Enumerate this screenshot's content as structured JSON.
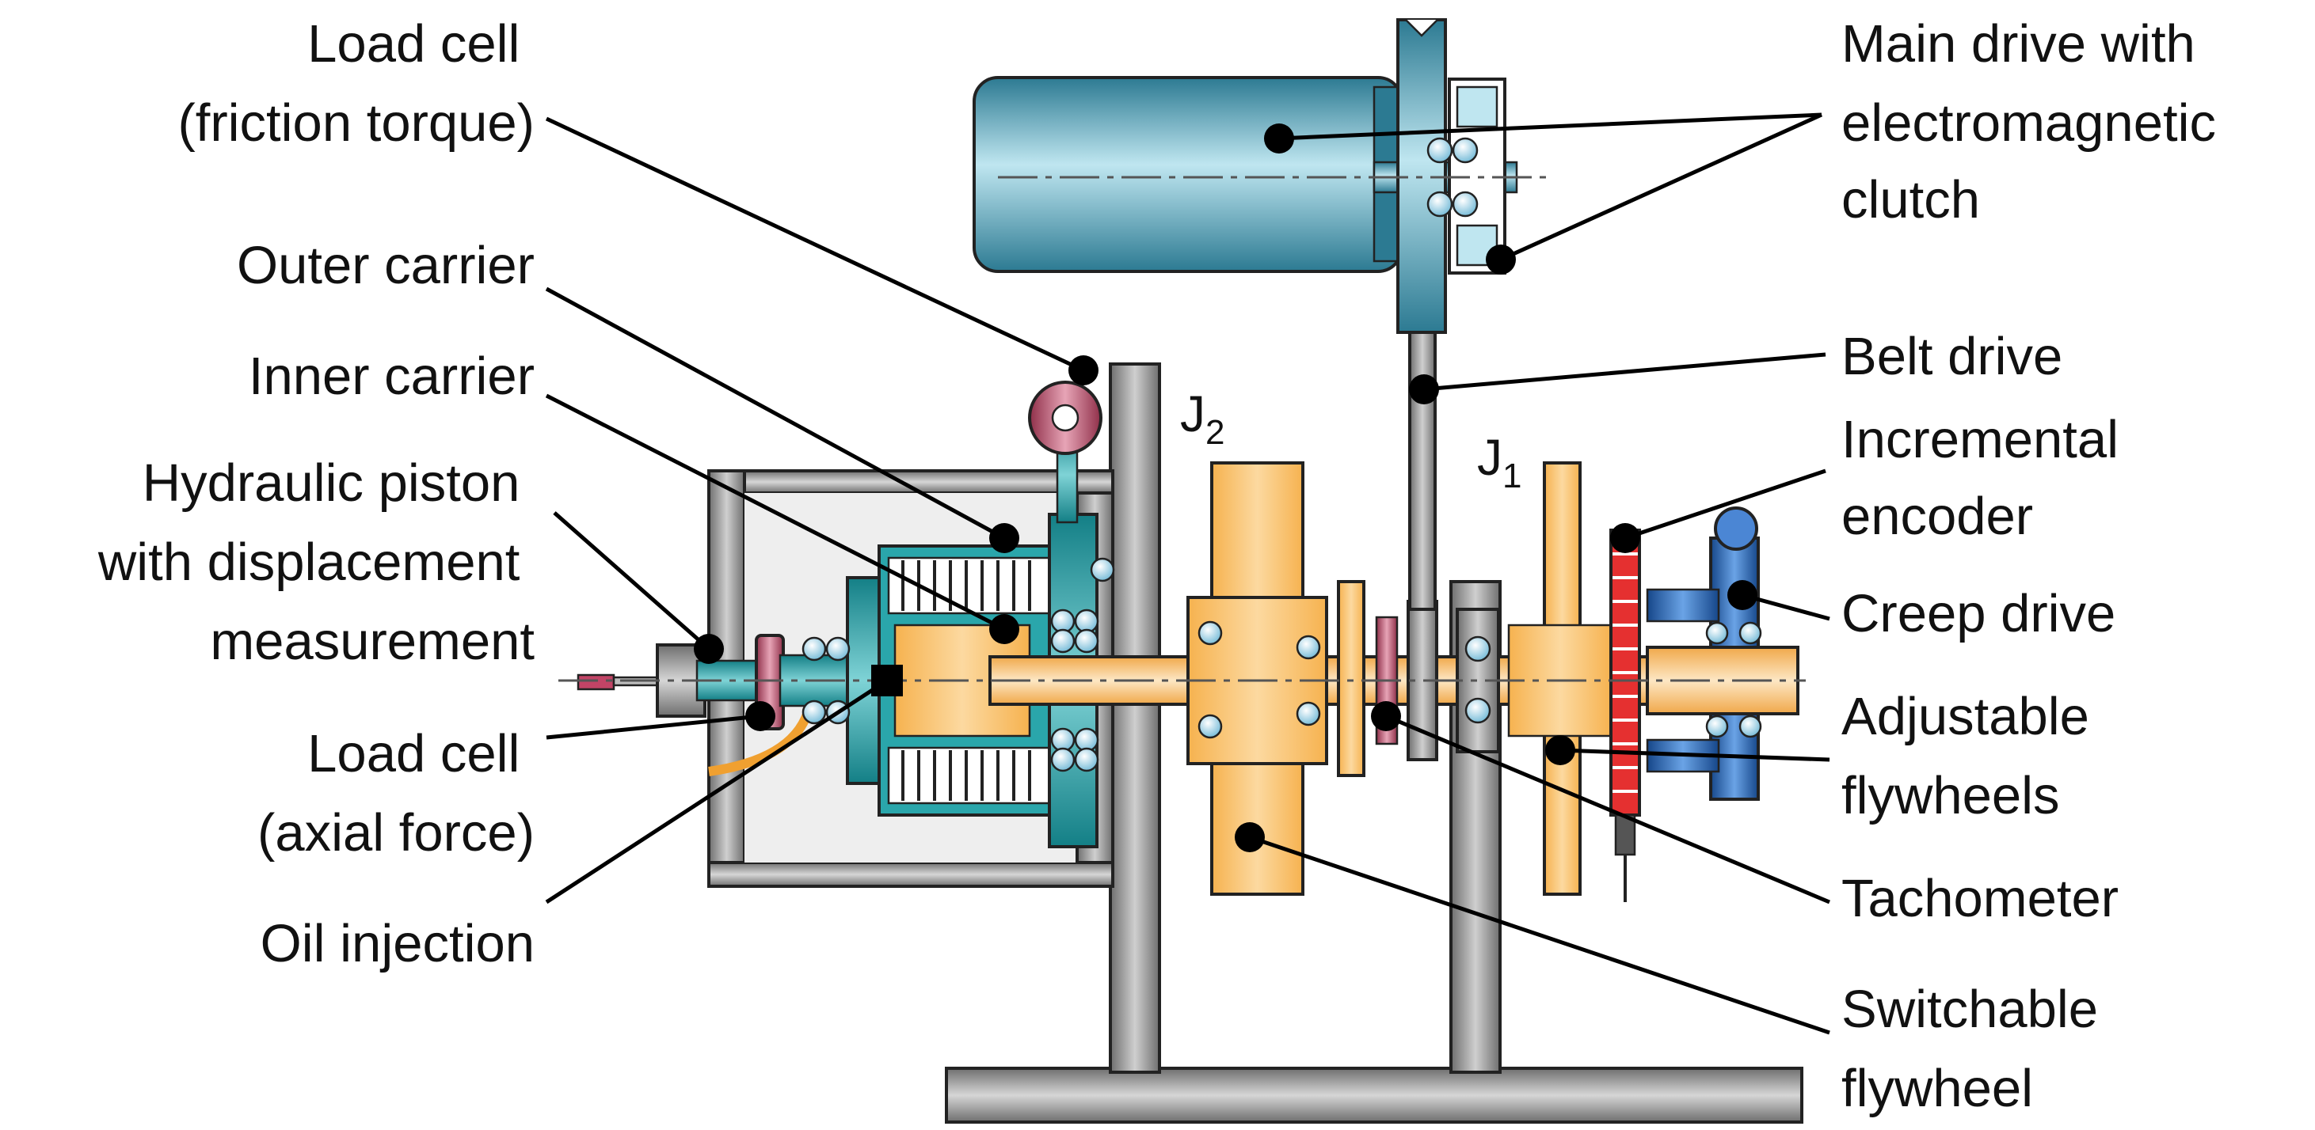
{
  "labels_left": [
    {
      "id": "load-cell-friction",
      "lines": [
        "Load cell",
        "(friction torque)"
      ]
    },
    {
      "id": "outer-carrier",
      "lines": [
        "Outer carrier"
      ]
    },
    {
      "id": "inner-carrier",
      "lines": [
        "Inner carrier"
      ]
    },
    {
      "id": "hydraulic-piston",
      "lines": [
        "Hydraulic piston",
        "with displacement",
        "measurement"
      ]
    },
    {
      "id": "load-cell-axial",
      "lines": [
        "Load cell",
        "(axial force)"
      ]
    },
    {
      "id": "oil-injection",
      "lines": [
        "Oil injection"
      ]
    }
  ],
  "labels_right": [
    {
      "id": "main-drive",
      "lines": [
        "Main drive with",
        "electromagnetic",
        "clutch"
      ]
    },
    {
      "id": "belt-drive",
      "lines": [
        "Belt drive"
      ]
    },
    {
      "id": "incremental-encoder",
      "lines": [
        "Incremental",
        "encoder"
      ]
    },
    {
      "id": "creep-drive",
      "lines": [
        "Creep drive"
      ]
    },
    {
      "id": "adjustable-flywheels",
      "lines": [
        "Adjustable",
        "flywheels"
      ]
    },
    {
      "id": "tachometer",
      "lines": [
        "Tachometer"
      ]
    },
    {
      "id": "switchable-flywheel",
      "lines": [
        "Switchable",
        "flywheel"
      ]
    }
  ],
  "symbols": {
    "j2": {
      "main": "J",
      "sub": "2"
    },
    "j1": {
      "main": "J",
      "sub": "1"
    }
  },
  "colors": {
    "frame_gray": "#8c8c8c",
    "motor_blue": "#3b8fa8",
    "teal": "#1a9aa0",
    "orange": "#f6b24f",
    "maroon": "#b8516a",
    "encoder_red": "#e53030",
    "creep_blue": "#1f5fb0"
  }
}
